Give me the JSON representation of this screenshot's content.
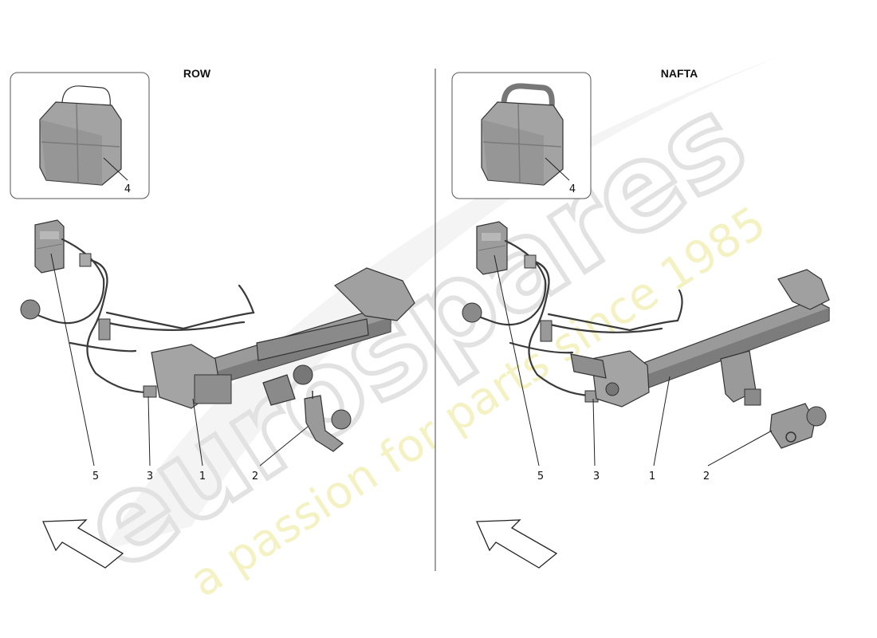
{
  "panels": {
    "left": {
      "title": "ROW"
    },
    "right": {
      "title": "NAFTA"
    }
  },
  "callouts": {
    "left": {
      "inset_bag": "4",
      "control_unit": "5",
      "connector": "3",
      "crossbar": "1",
      "tow_ball": "2"
    },
    "right": {
      "inset_bag": "4",
      "control_unit": "5",
      "connector": "3",
      "crossbar": "1",
      "receiver_hitch": "2"
    }
  },
  "watermark": {
    "brand": "eurospares",
    "tagline": "a passion for parts since 1985"
  },
  "colors": {
    "part_fill": "#9a9a9a",
    "part_dark": "#6e6e6e",
    "part_light": "#bdbdbd",
    "line": "#222222",
    "watermark_grey": "#e6e6e6",
    "watermark_yellow": "#f3f0b8"
  }
}
